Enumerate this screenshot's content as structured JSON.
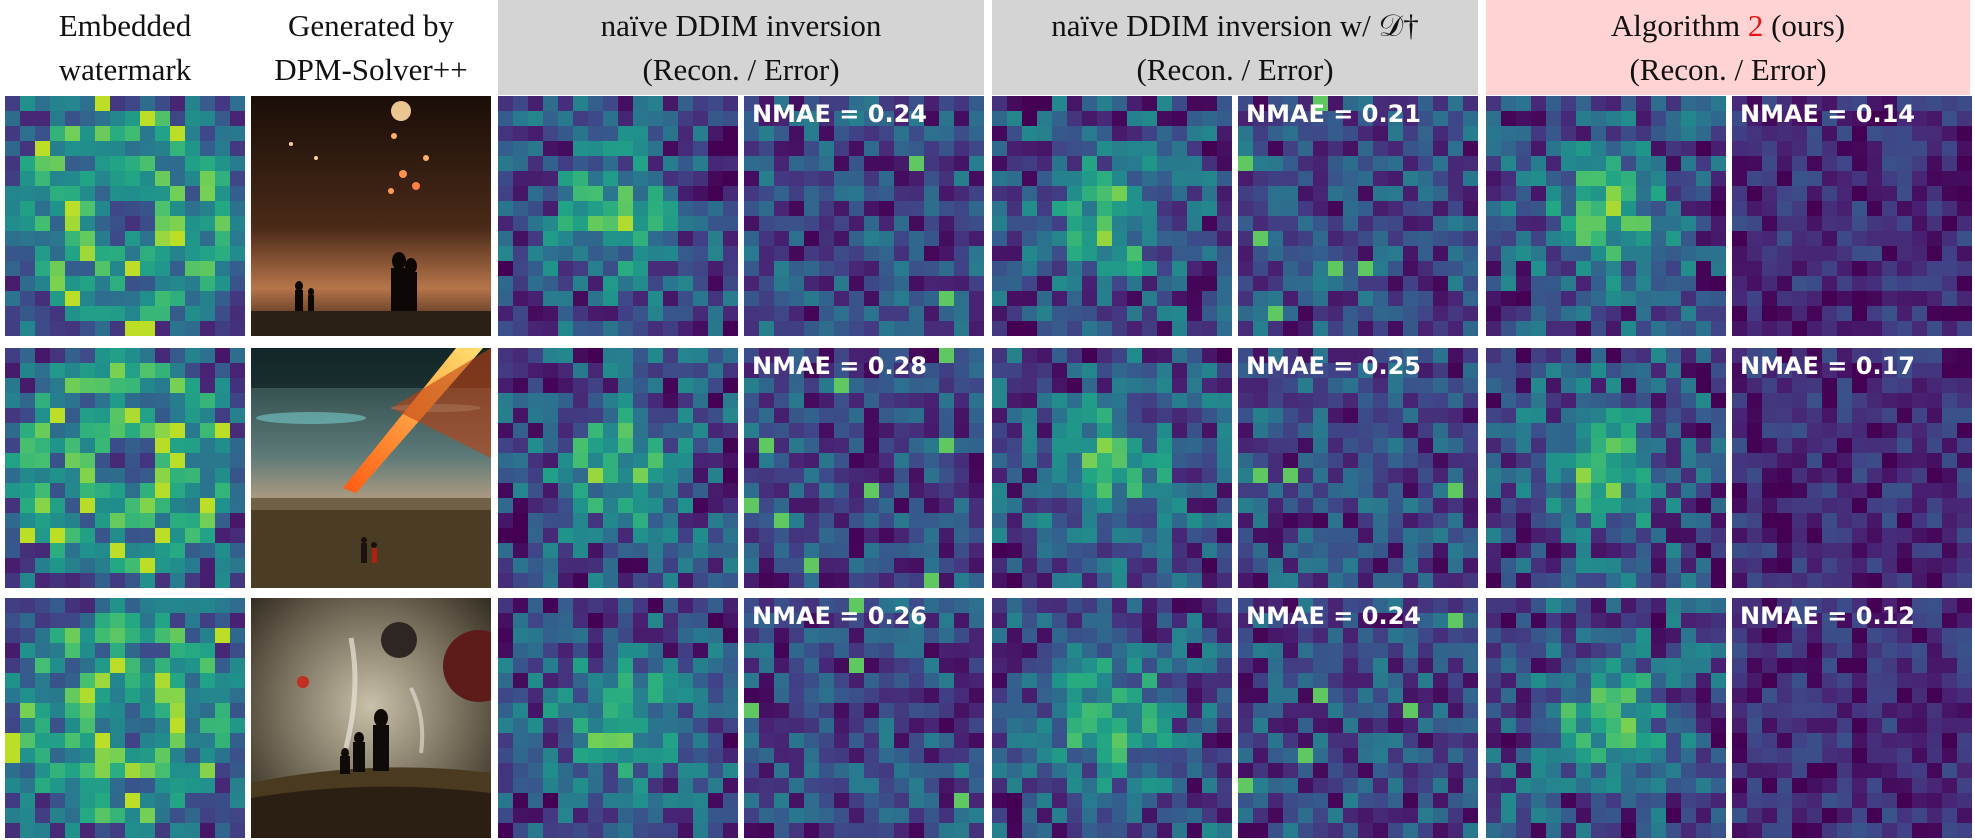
{
  "headers": [
    {
      "lines": [
        "Embedded",
        "watermark"
      ]
    },
    {
      "lines": [
        "Generated by",
        "DPM-Solver++"
      ]
    },
    {
      "lines": [
        "naïve DDIM inversion",
        "(Recon. / Error)"
      ],
      "bg": "grey"
    },
    {
      "lines": [
        "naïve DDIM inversion w/ 𝒟†",
        "(Recon. / Error)"
      ],
      "bg": "grey"
    },
    {
      "line1_parts": [
        "Algorithm ",
        "2",
        " (ours)"
      ],
      "line2": "(Recon. / Error)",
      "bg": "pink"
    }
  ],
  "colors": {
    "grey_header": "#d4d4d4",
    "pink_header": "#ffd3d3",
    "accent": "#e11111"
  },
  "rows": [
    {
      "photo": "meteor-shower-with-silhouetted-family",
      "nmae": [
        "NMAE = 0.24",
        "NMAE = 0.21",
        "NMAE = 0.14"
      ]
    },
    {
      "photo": "fiery-beam-over-field-with-two-people",
      "nmae": [
        "NMAE = 0.28",
        "NMAE = 0.25",
        "NMAE = 0.17"
      ]
    },
    {
      "photo": "floating-planets-with-family-on-hill",
      "nmae": [
        "NMAE = 0.26",
        "NMAE = 0.24",
        "NMAE = 0.12"
      ]
    }
  ]
}
